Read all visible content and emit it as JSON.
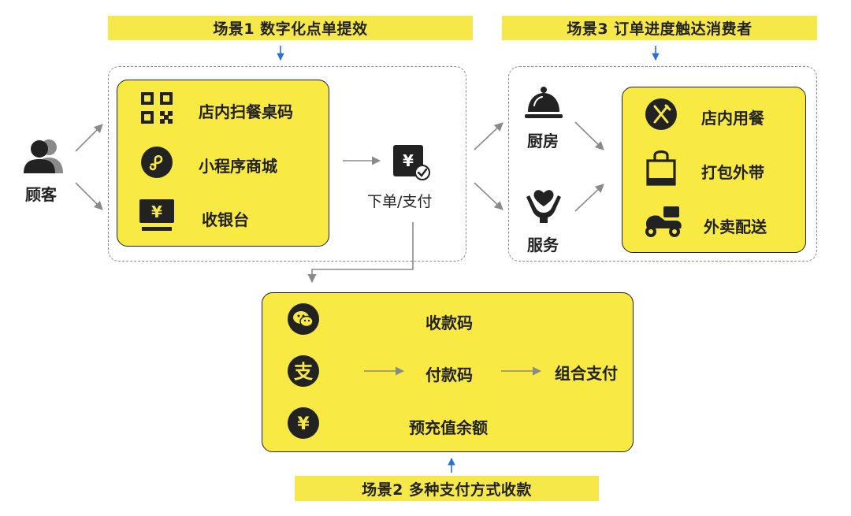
{
  "banners": {
    "scene1": "场景1  数字化点单提效",
    "scene3": "场景3  订单进度触达消费者",
    "scene2": "场景2  多种支付方式收款"
  },
  "customer": {
    "label": "顾客"
  },
  "scene1_box": {
    "items": [
      "店内扫餐桌码",
      "小程序商城",
      "收银台"
    ]
  },
  "order": {
    "label": "下单/支付"
  },
  "scene3_left": {
    "kitchen": "厨房",
    "service": "服务"
  },
  "scene3_box": {
    "items": [
      "店内用餐",
      "打包外带",
      "外卖配送"
    ]
  },
  "scene2_box": {
    "methods": [
      "收款码",
      "付款码",
      "预充值余额"
    ],
    "result": "组合支付"
  },
  "colors": {
    "yellow": "#F9EA43",
    "banner": "#F7E84A",
    "arrow_blue": "#2B6FD6",
    "arrow_gray": "#8a8a8a"
  }
}
